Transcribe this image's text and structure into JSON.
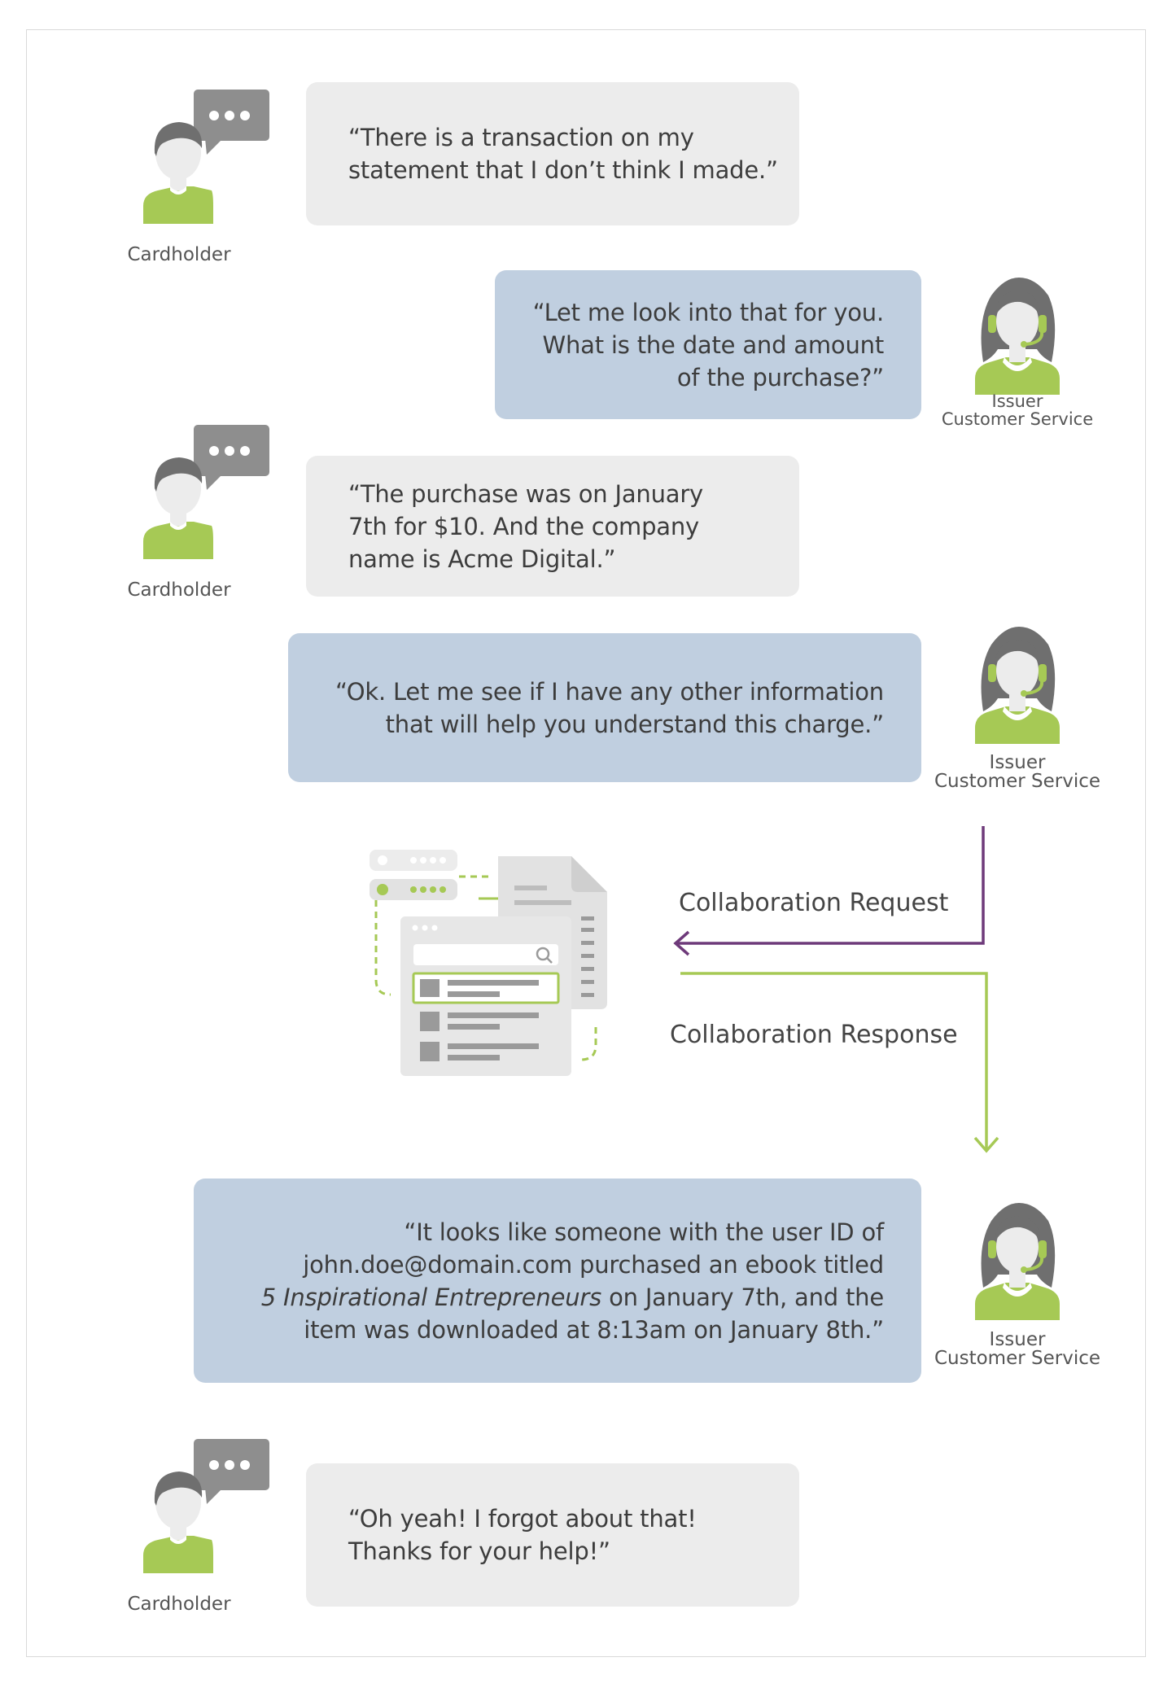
{
  "conversation": [
    {
      "speaker": "Cardholder",
      "lines": [
        "“There is a transaction on my",
        "statement that I don’t think I made.”"
      ]
    },
    {
      "speaker_lines": [
        "Issuer",
        "Customer Service"
      ],
      "lines": [
        "“Let me look into that for you.",
        "What is the date and amount",
        "of the purchase?”"
      ]
    },
    {
      "speaker": "Cardholder",
      "lines": [
        "“The purchase was on January",
        "7th for $10. And the company",
        "name is Acme Digital.”"
      ]
    },
    {
      "speaker_lines": [
        "Issuer",
        "Customer Service"
      ],
      "lines": [
        "“Ok. Let me see if I have any other information",
        "that will help you understand this charge.”"
      ]
    },
    {
      "speaker_lines": [
        "Issuer",
        "Customer Service"
      ],
      "lines": [
        "“It looks like someone with the user ID of",
        "john.doe@domain.com purchased an ebook titled",
        "on January 7th, and the",
        "item was downloaded at 8:13am on January 8th.”"
      ],
      "italic_title": "5 Inspirational Entrepreneurs"
    },
    {
      "speaker": "Cardholder",
      "lines": [
        "“Oh yeah! I forgot about that!",
        "Thanks for your help!”"
      ]
    }
  ],
  "flow": {
    "request_label": "Collaboration Request",
    "response_label": "Collaboration Response",
    "request_color": "#6e3a7a",
    "response_color": "#a6c955"
  },
  "colors": {
    "cardholder_bubble": "#ececec",
    "issuer_bubble": "#c0cfe0",
    "avatar_accent": "#a6c955",
    "avatar_gray": "#8a8a8a"
  },
  "icons": {
    "cardholder": "person-with-speech-bubble-icon",
    "issuer": "headset-agent-icon",
    "system": "database-search-document-icon"
  }
}
